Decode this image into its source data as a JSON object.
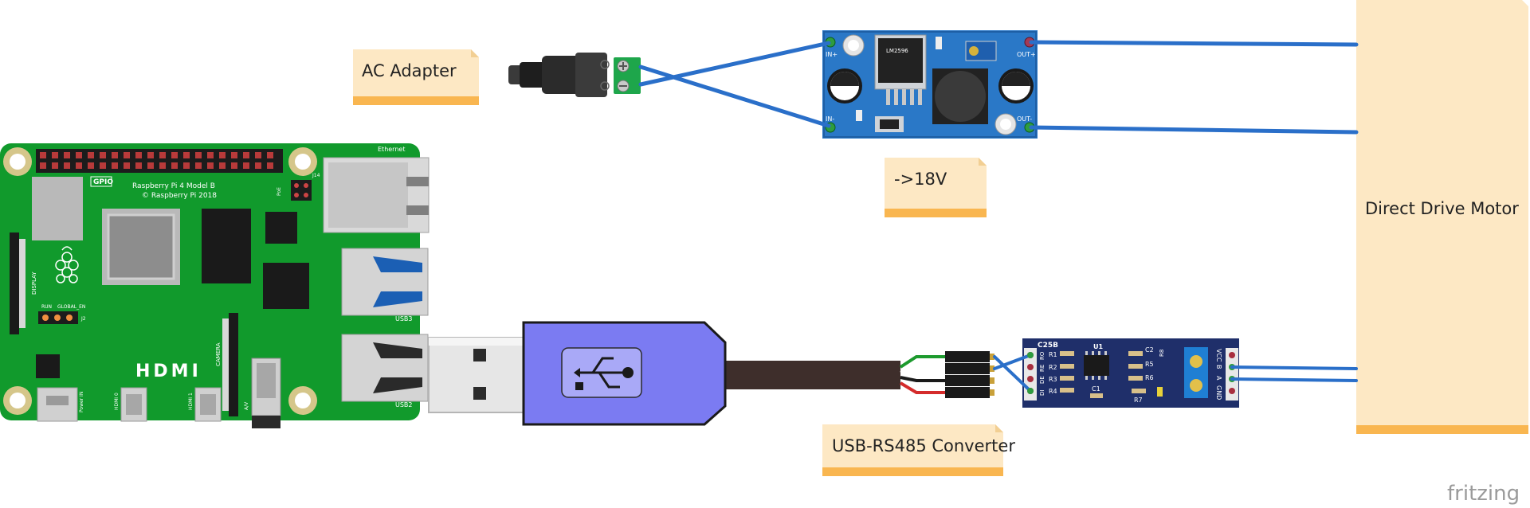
{
  "notes": {
    "ac_adapter": "AC Adapter",
    "voltage": "->18V",
    "converter": "USB-RS485 Converter",
    "motor": "Direct Drive Motor"
  },
  "raspberry_pi": {
    "model": "Raspberry Pi 4 Model B",
    "copyright": "© Raspberry Pi 2018",
    "gpio": "GPIO",
    "ethernet": "Ethernet",
    "hdmi": "HDMI",
    "usb3": "USB3",
    "usb2": "USB2",
    "display": "DISPLAY",
    "camera": "CAMERA",
    "run": "RUN",
    "global_en": "GLOBAL_EN",
    "j14": "J14",
    "j2": "J2",
    "poe": "PoE",
    "power_in": "Power IN",
    "hdmi0": "HDMI 0",
    "hdmi1": "HDMI 1",
    "av": "A/V"
  },
  "buck_converter": {
    "chip": "LM2596",
    "in_plus": "IN+",
    "in_minus": "IN-",
    "out_plus": "OUT+",
    "out_minus": "OUT-"
  },
  "rs485_board": {
    "c25b": "C25B",
    "u1": "U1",
    "r1": "R1",
    "r2": "R2",
    "r3": "R3",
    "r4": "R4",
    "r5": "R5",
    "r6": "R6",
    "r7": "R7",
    "r8": "R8",
    "c1": "C1",
    "c2": "C2",
    "ro": "RO",
    "re": "RE",
    "de": "DE",
    "di": "DI",
    "vcc": "VCC",
    "b": "B",
    "a": "A",
    "gnd": "GND"
  },
  "watermark": "fritzing",
  "colors": {
    "wire": "#2a6fc9",
    "note_fill": "#fde8c4",
    "note_band": "#f9b650",
    "pcb_green": "#119a2c",
    "buck_blue": "#2a78c7",
    "rs485_navy": "#1f2f6a",
    "usb_purple": "#7b7bf2",
    "cable_brown": "#3e2e2b"
  },
  "icons": {
    "usb": "usb-trident-icon"
  }
}
